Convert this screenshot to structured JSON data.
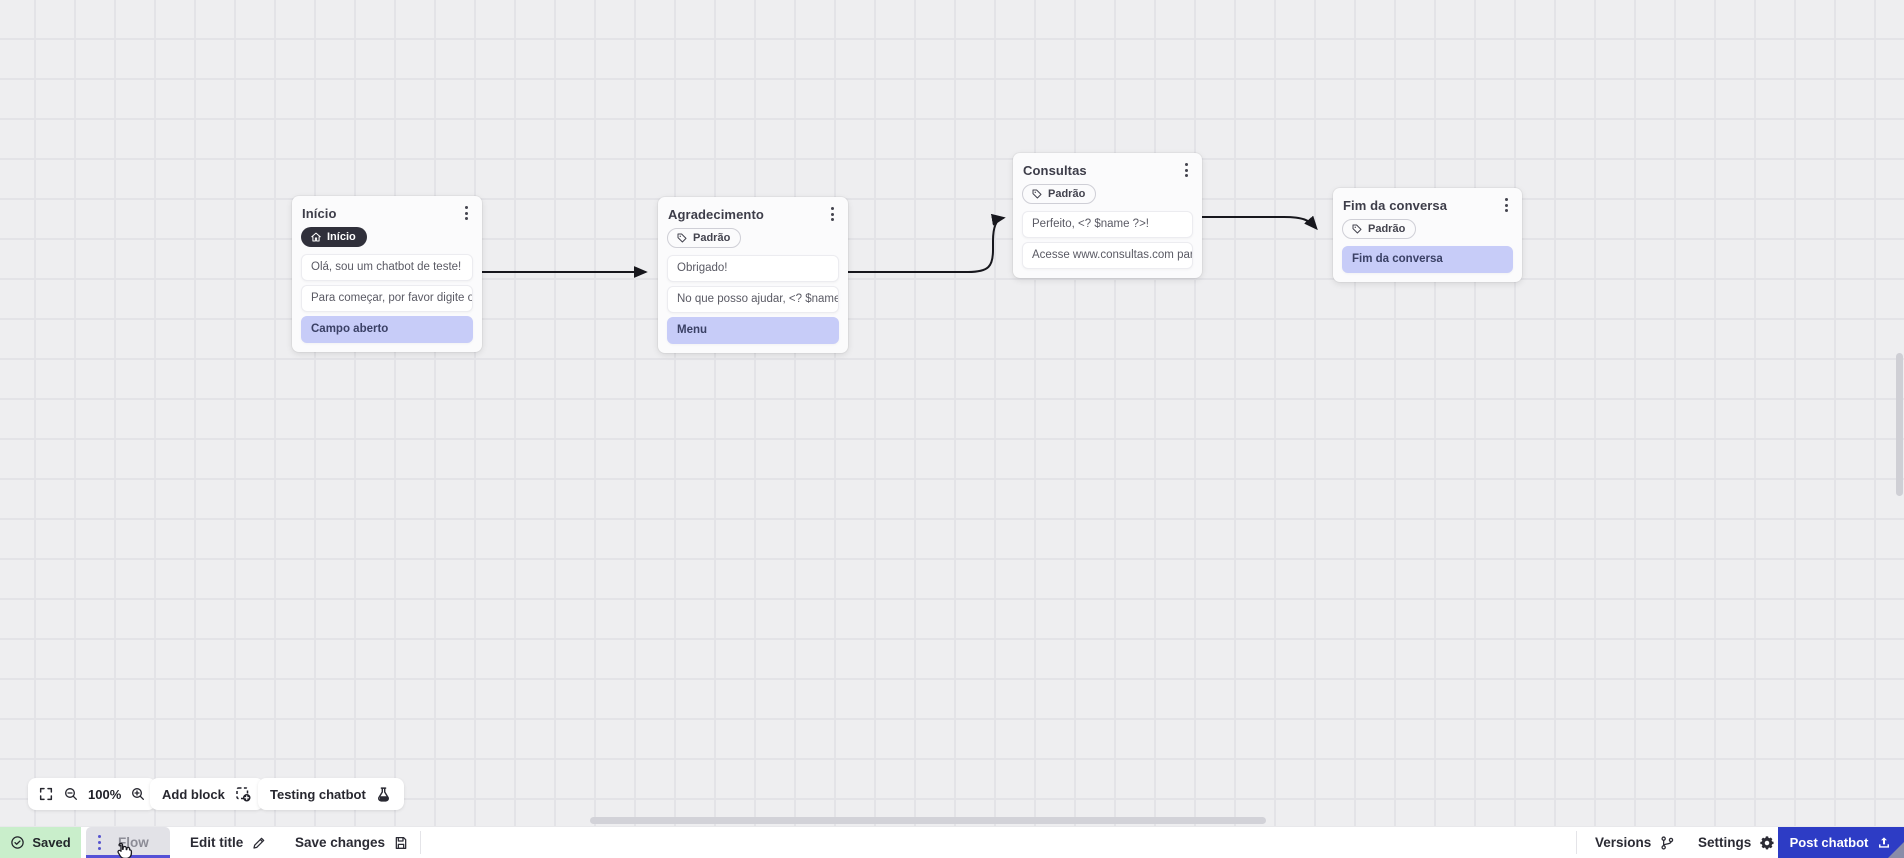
{
  "canvas": {
    "zoom_level": "100%",
    "controls": {
      "add_block": "Add block",
      "testing_chatbot": "Testing chatbot"
    }
  },
  "nodes": [
    {
      "title": "Início",
      "badge": "Início",
      "blocks": [
        {
          "type": "text",
          "text": "Olá, sou um chatbot de teste!"
        },
        {
          "type": "text",
          "text": "Para começar, por favor digite o ..."
        },
        {
          "type": "input",
          "text": "Campo aberto"
        }
      ]
    },
    {
      "title": "Agradecimento",
      "tag": "Padrão",
      "blocks": [
        {
          "type": "text",
          "text": "Obrigado!"
        },
        {
          "type": "text",
          "text": "No que posso ajudar, <? $name ..."
        },
        {
          "type": "input",
          "text": "Menu"
        }
      ]
    },
    {
      "title": "Consultas",
      "tag": "Padrão",
      "blocks": [
        {
          "type": "text",
          "text": "Perfeito, <? $name ?>!"
        },
        {
          "type": "text",
          "text": "Acesse www.consultas.com par..."
        }
      ]
    },
    {
      "title": "Fim da conversa",
      "tag": "Padrão",
      "blocks": [
        {
          "type": "input",
          "text": "Fim da conversa"
        }
      ]
    }
  ],
  "edges": [
    {
      "from": "Início",
      "to": "Agradecimento"
    },
    {
      "from": "Agradecimento",
      "to": "Consultas"
    },
    {
      "from": "Consultas",
      "to": "Fim da conversa"
    }
  ],
  "statusbar": {
    "saved": "Saved",
    "flow_tab": "Flow",
    "edit_title": "Edit title",
    "save_changes": "Save changes",
    "versions": "Versions",
    "settings": "Settings",
    "post_chatbot": "Post chatbot"
  },
  "colors": {
    "accent_blue": "#2d3cc5",
    "lavender_block": "#c7ccf8",
    "badge_dark": "#30303b",
    "saved_green_bg": "#c9eecb",
    "flow_underline": "#5451d6",
    "arrow": "#17171d",
    "canvas_bg": "#eeeef0",
    "grid_line": "#e3e3e7"
  }
}
